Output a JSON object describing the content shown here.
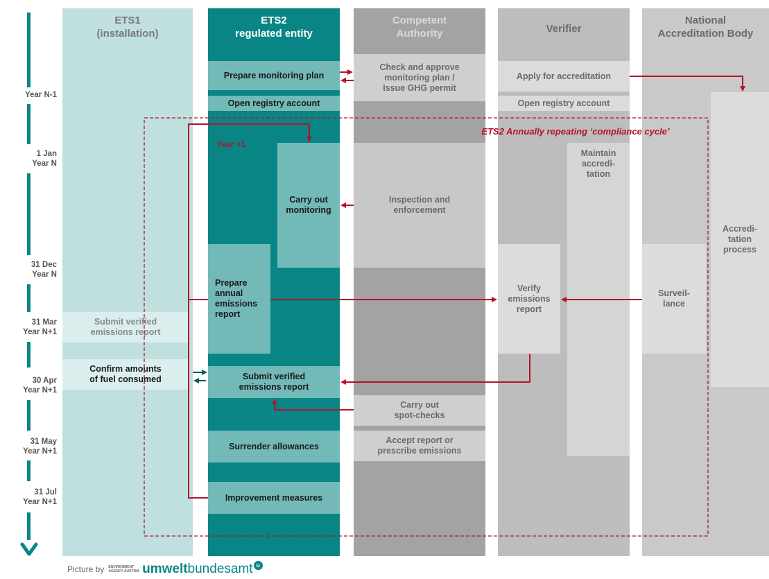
{
  "columns": {
    "ets1": "ETS1\n(installation)",
    "ets2": "ETS2\nregulated entity",
    "authority": "Competent\nAuthority",
    "verifier": "Verifier",
    "nab": "National\nAccreditation Body"
  },
  "timeline": {
    "year_n_minus_1": "Year N-1",
    "jan_1": "1 Jan\nYear N",
    "dec_31": "31 Dec\nYear N",
    "mar_31": "31 Mar\nYear N+1",
    "apr_30": "30 Apr\nYear N+1",
    "may_31": "31 May\nYear N+1",
    "jul_31": "31 Jul\nYear N+1"
  },
  "ets1_boxes": {
    "submit_verified": "Submit verified\nemissions report",
    "confirm_fuel": "Confirm amounts\nof fuel consumed"
  },
  "ets2_boxes": {
    "prepare_plan": "Prepare monitoring plan",
    "open_registry": "Open registry account",
    "year_plus_one": "Year +1",
    "carry_out_monitoring": "Carry out\nmonitoring",
    "prepare_report": "Prepare\nannual\nemissions\nreport",
    "submit_verified": "Submit verified\nemissions report",
    "surrender": "Surrender allowances",
    "improvement": "Improvement measures"
  },
  "authority_boxes": {
    "check_approve": "Check and approve\nmonitoring plan /\nIssue GHG permit",
    "inspection": "Inspection and\nenforcement",
    "spot_checks": "Carry out\nspot-checks",
    "accept_report": "Accept report or\nprescribe emissions"
  },
  "verifier_boxes": {
    "apply_accreditation": "Apply for accreditation",
    "open_registry": "Open registry account",
    "maintain": "Maintain\naccredi-\ntation",
    "verify_report": "Verify\nemissions\nreport"
  },
  "nab_boxes": {
    "accreditation_process": "Accredi-\ntation\nprocess",
    "surveillance": "Surveil-\nlance"
  },
  "cycle_label": "ETS2 Annually repeating ‘compliance cycle’",
  "footer": {
    "picture_by": "Picture by",
    "agency_line1": "ENVIRONMENT",
    "agency_line2": "AGENCY AUSTRIA",
    "logo_bold": "umwelt",
    "logo_light": "bundesamt",
    "logo_mark": "u"
  },
  "colors": {
    "ets1_column": "#c0e0df",
    "ets2_column": "#0a8585",
    "authority_column": "#a3a3a3",
    "verifier_column": "#bdbdbd",
    "nab_column": "#c9c9c9",
    "cycle_red": "#b5122e",
    "timeline_teal": "#0a8585"
  }
}
